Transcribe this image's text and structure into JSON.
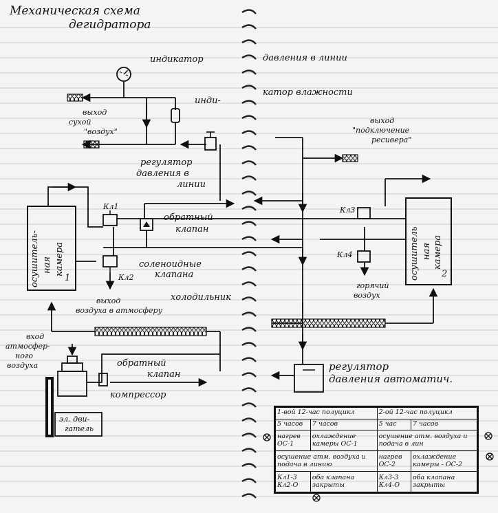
{
  "title": {
    "line1": "Механическая схема",
    "line2": "дегидратора"
  },
  "labels": {
    "indicator_pressure_left": "индикатор",
    "indicator_pressure_right": "давления в линии",
    "indicator_humidity_left": "инди-",
    "indicator_humidity_right": "катор влажности",
    "dry_air_1": "выход",
    "dry_air_2": "сухой",
    "dry_air_3": "\"воздух\"",
    "regulator_1": "регулятор",
    "regulator_2": "давления в",
    "regulator_3": "линии",
    "receiver_1": "выход",
    "receiver_2": "\"подключение",
    "receiver_3": "ресивера\"",
    "dryer1_a": "осушитель-",
    "dryer1_b": "ная",
    "dryer1_c": "камера",
    "dryer1_num": "1",
    "dryer2_a": "осушитель",
    "dryer2_b": "ная",
    "dryer2_c": "камера",
    "dryer2_num": "2",
    "kl1": "Кл1",
    "kl2": "Кл2",
    "kl3": "Кл3",
    "kl4": "Кл4",
    "check_valve_1a": "обратный",
    "check_valve_1b": "клапан",
    "solenoid_1": "соленоидные",
    "solenoid_2": "клапана",
    "exhaust_1": "выход",
    "exhaust_2": "воздуха в атмосферу",
    "cooler": "холодильник",
    "hot_air_1": "горячий",
    "hot_air_2": "воздух",
    "intake_1": "вход",
    "intake_2": "атмосфер-",
    "intake_3": "ного",
    "intake_4": "воздуха",
    "check_valve_2a": "обратный",
    "check_valve_2b": "клапан",
    "compressor": "компрессор",
    "motor_1": "эл. дви-",
    "motor_2": "гатель",
    "auto_regulator_1": "регулятор",
    "auto_regulator_2": "давления автоматич."
  },
  "schedule": {
    "row1": [
      "1-вой 12-час полуцикл",
      "2-ой 12-час полуцикл"
    ],
    "row2": [
      "5 часов",
      "7 часов",
      "5 час",
      "7 часов"
    ],
    "row3": [
      "нагрев ОС-1",
      "охлаждение камеры ОС-1",
      "осушение атм. воздуха и подача в лин"
    ],
    "row4": [
      "осушение атм. воздуха и подача в линию",
      "нагрев ОС-2",
      "охлаждение камеры - ОС-2"
    ],
    "row5": [
      "Кл1-3 Кл2-О",
      "оба клапана закрыты",
      "Кл3-3 Кл4-О",
      "оба клапана закрыты"
    ]
  }
}
